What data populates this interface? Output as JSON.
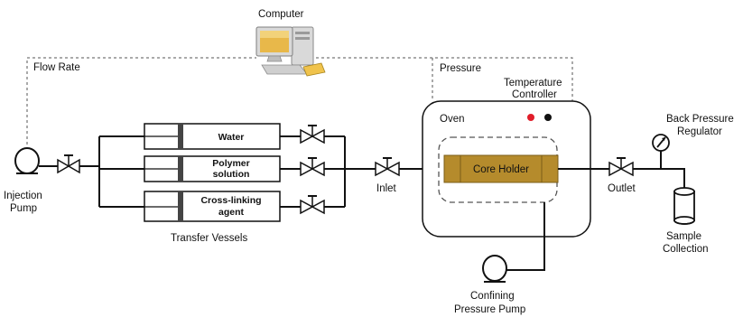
{
  "labels": {
    "computer": "Computer",
    "flow_rate": "Flow Rate",
    "pressure": "Pressure",
    "temperature_controller_1": "Temperature",
    "temperature_controller_2": "Controller",
    "oven": "Oven",
    "core_holder": "Core Holder",
    "water": "Water",
    "polymer_solution_1": "Polymer",
    "polymer_solution_2": "solution",
    "crosslinking_1": "Cross-linking",
    "crosslinking_2": "agent",
    "transfer_vessels": "Transfer Vessels",
    "injection_pump_1": "Injection",
    "injection_pump_2": "Pump",
    "inlet": "Inlet",
    "outlet": "Outlet",
    "back_pressure_1": "Back  Pressure",
    "back_pressure_2": "Regulator",
    "sample_collection_1": "Sample",
    "sample_collection_2": "Collection",
    "confining_pump_1": "Confining",
    "confining_pump_2": "Pressure Pump"
  },
  "colors": {
    "core_holder_fill": "#b58b2c",
    "indicator_red": "#e11d2a",
    "indicator_black": "#111111",
    "vessel_fill": "#ffffff",
    "line": "#111111",
    "dashed_line": "#555555",
    "computer_screen": "#e8b84a"
  },
  "icons": {
    "computer": "computer-icon",
    "pump": "pump-icon",
    "valve": "valve-icon",
    "gauge": "pressure-gauge-icon",
    "sample": "sample-bottle-icon"
  }
}
